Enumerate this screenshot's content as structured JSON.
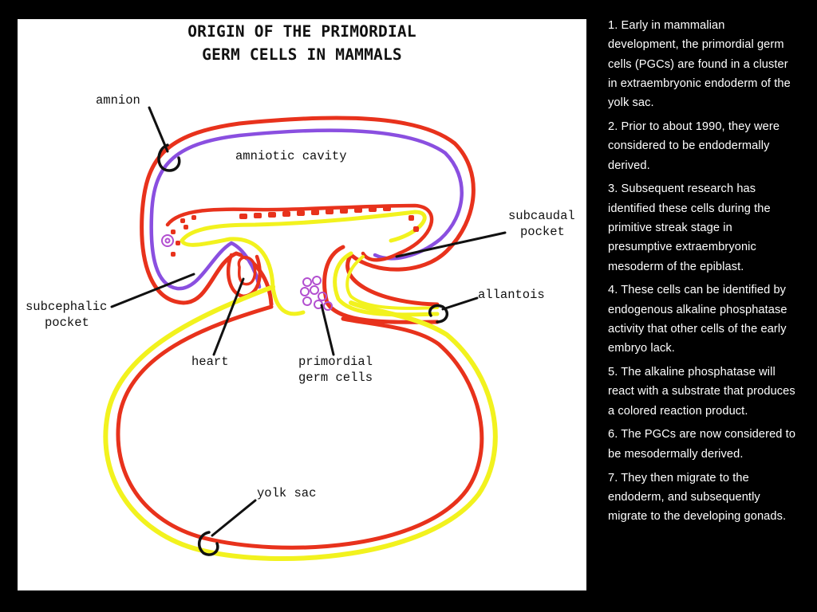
{
  "colors": {
    "background": "#000000",
    "panel": "#ffffff",
    "ectoderm": "#e8321c",
    "amnion_layer": "#8a4fe0",
    "endoderm": "#f2f21e",
    "germ_cells": "#b24fd0",
    "text_dark": "#111111",
    "text_light": "#ffffff"
  },
  "figure": {
    "title_line1": "ORIGIN OF THE PRIMORDIAL",
    "title_line2": "GERM CELLS IN MAMMALS",
    "labels": {
      "amnion": "amnion",
      "amniotic_cavity": "amniotic cavity",
      "subcaudal_1": "subcaudal",
      "subcaudal_2": "pocket",
      "allantois": "allantois",
      "subcephalic_1": "subcephalic",
      "subcephalic_2": "pocket",
      "heart": "heart",
      "pgc_1": "primordial",
      "pgc_2": "germ cells",
      "yolk_sac": "yolk sac"
    }
  },
  "notes": [
    "1. Early in mammalian development, the primordial germ cells (PGCs) are found in a cluster in extraembryonic endoderm of the yolk sac.",
    "2. Prior to about 1990, they were considered to be endodermally derived.",
    "3. Subsequent research has identified these cells during the primitive streak stage in presumptive extraembryonic mesoderm of the epiblast.",
    "4. These cells can be identified by endogenous alkaline phosphatase activity that other cells of the early embryo lack.",
    "5. The alkaline phosphatase will react with a substrate that produces a colored reaction product.",
    "6. The PGCs are now considered to be mesodermally derived.",
    "7. They then migrate to the endoderm, and subsequently migrate to the developing gonads."
  ]
}
